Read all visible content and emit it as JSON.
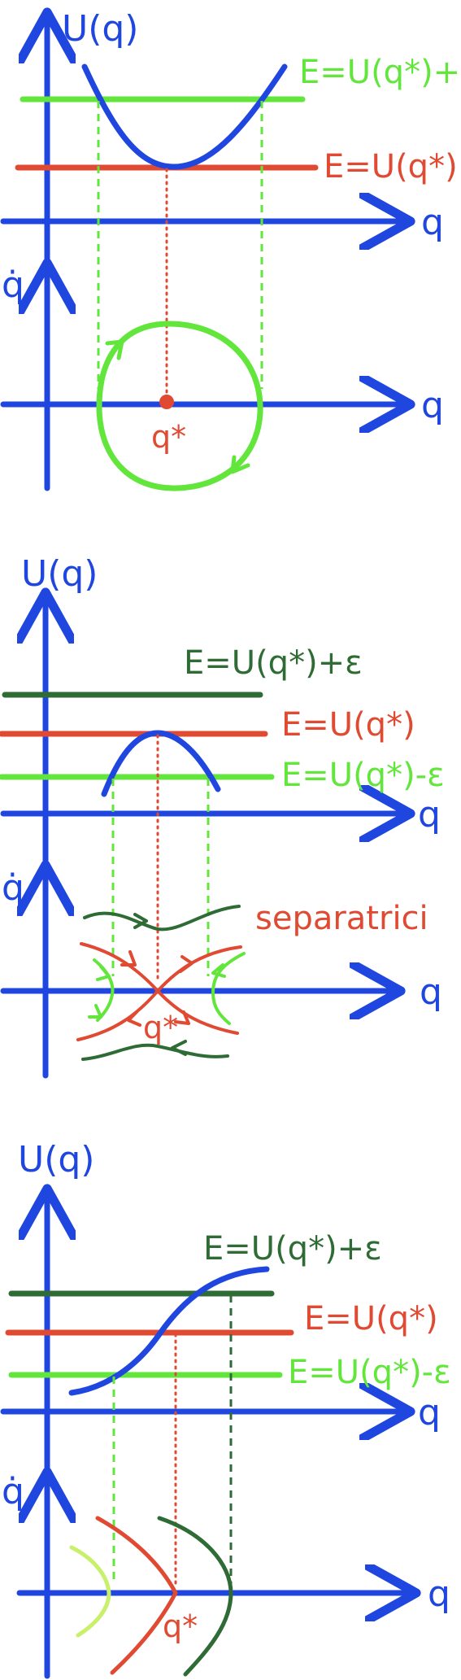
{
  "colors": {
    "axis": "#1f47e0",
    "light_green": "#63e63c",
    "red": "#e04a32",
    "dark_green": "#2e6b35",
    "pale_green": "#c8f06a"
  },
  "panel1": {
    "u_axis_label": "U(q)",
    "energy_plus_label": "E=U(q*)+ε",
    "energy_label": "E=U(q*)",
    "q_axis_label_top": "q",
    "qdot_axis_label": "q̇",
    "q_axis_label_bottom": "q",
    "point_label": "q*"
  },
  "panel2": {
    "u_axis_label": "U(q)",
    "energy_plus_label": "E=U(q*)+ε",
    "energy_label": "E=U(q*)",
    "energy_minus_label": "E=U(q*)-ε",
    "q_axis_label_top": "q",
    "qdot_axis_label": "q̇",
    "separatrix_label": "separatrici",
    "q_axis_label_bottom": "q",
    "point_label": "q*"
  },
  "panel3": {
    "u_axis_label": "U(q)",
    "energy_plus_label": "E=U(q*)+ε",
    "energy_label": "E=U(q*)",
    "energy_minus_label": "E=U(q*)-ε",
    "q_axis_label_top": "q",
    "qdot_axis_label": "q̇",
    "q_axis_label_bottom": "q",
    "point_label": "q*"
  }
}
